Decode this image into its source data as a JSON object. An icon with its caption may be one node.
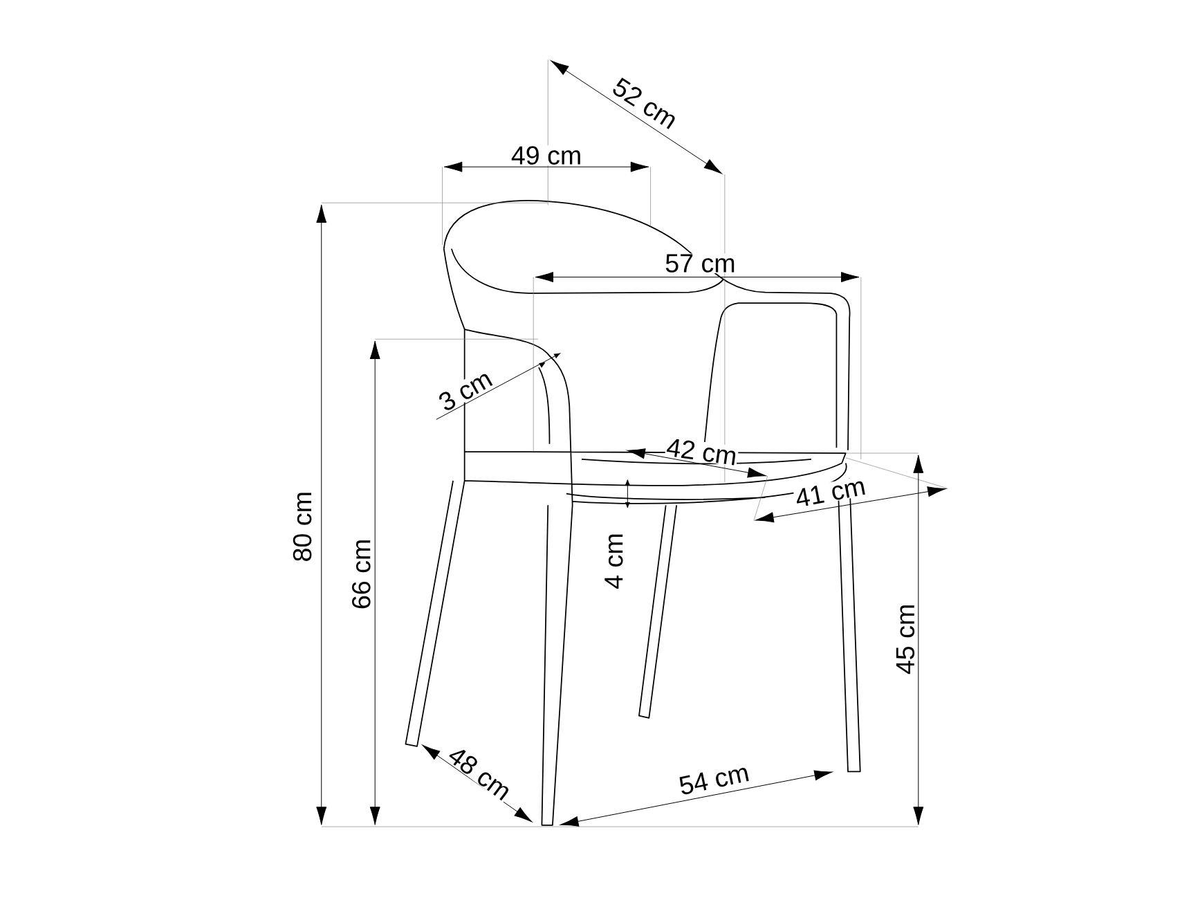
{
  "diagram": {
    "labels": [
      "52 cm",
      "49 cm",
      "57 cm",
      "3 cm",
      "42 cm",
      "41 cm",
      "80 cm",
      "66 cm",
      "4 cm",
      "45 cm",
      "48 cm",
      "54 cm"
    ]
  }
}
